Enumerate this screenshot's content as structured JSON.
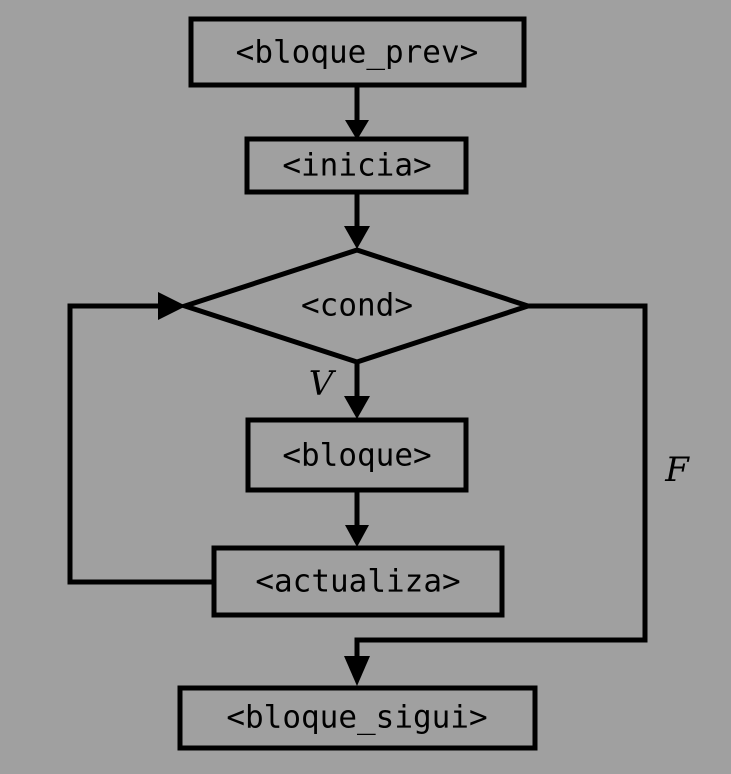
{
  "diagram": {
    "title": "while-loop flowchart",
    "background_color": "#a0a0a0",
    "stroke_color": "#000000",
    "nodes": [
      {
        "id": "bloque_prev",
        "label": "<bloque_prev>",
        "shape": "rect"
      },
      {
        "id": "inicia",
        "label": "<inicia>",
        "shape": "rect"
      },
      {
        "id": "cond",
        "label": "<cond>",
        "shape": "diamond"
      },
      {
        "id": "bloque",
        "label": "<bloque>",
        "shape": "rect"
      },
      {
        "id": "actualiza",
        "label": "<actualiza>",
        "shape": "rect"
      },
      {
        "id": "bloque_sigui",
        "label": "<bloque_sigui>",
        "shape": "rect"
      }
    ],
    "edge_labels": {
      "true_branch": "V",
      "false_branch": "F"
    }
  }
}
